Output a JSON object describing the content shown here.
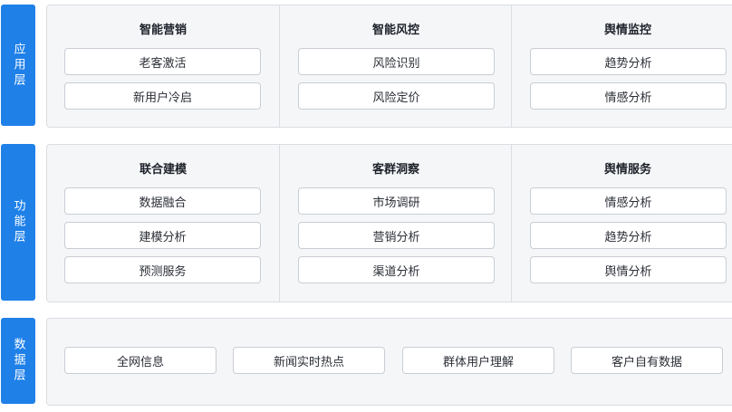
{
  "layers": [
    {
      "tag": "应用层",
      "columns": [
        {
          "title": "智能营销",
          "items": [
            "老客激活",
            "新用户冷启"
          ]
        },
        {
          "title": "智能风控",
          "items": [
            "风险识别",
            "风险定价"
          ]
        },
        {
          "title": "舆情监控",
          "items": [
            "趋势分析",
            "情感分析"
          ]
        }
      ]
    },
    {
      "tag": "功能层",
      "columns": [
        {
          "title": "联合建模",
          "items": [
            "数据融合",
            "建模分析",
            "预测服务"
          ]
        },
        {
          "title": "客群洞察",
          "items": [
            "市场调研",
            "营销分析",
            "渠道分析"
          ]
        },
        {
          "title": "舆情服务",
          "items": [
            "情感分析",
            "趋势分析",
            "舆情分析"
          ]
        }
      ]
    },
    {
      "tag": "数据层",
      "items": [
        "全网信息",
        "新闻实时热点",
        "群体用户理解",
        "客户自有数据"
      ]
    }
  ]
}
